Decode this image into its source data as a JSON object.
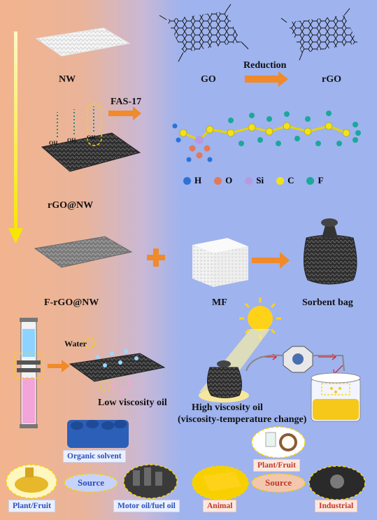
{
  "labels": {
    "nw": "NW",
    "go": "GO",
    "reduction": "Reduction",
    "rgo": "rGO",
    "fas17": "FAS-17",
    "rgo_nw": "rGO@NW",
    "f_rgo_nw": "F-rGO@NW",
    "mf": "MF",
    "sorbent_bag": "Sorbent bag",
    "water": "Water",
    "low_viscosity": "Low viscosity oil",
    "high_viscosity_1": "High viscosity oil",
    "high_viscosity_2": "(viscosity-temperature change)",
    "oh": "OH"
  },
  "legend": [
    {
      "symbol": "H",
      "color": "#2a73d8"
    },
    {
      "symbol": "O",
      "color": "#e07a5a"
    },
    {
      "symbol": "Si",
      "color": "#b79ae0"
    },
    {
      "symbol": "C",
      "color": "#f2e21a"
    },
    {
      "symbol": "F",
      "color": "#1aa89a"
    }
  ],
  "sources_left": {
    "organic_solvent": "Organic solvent",
    "plant_fruit": "Plant/Fruit",
    "source": "Source",
    "motor_oil": "Motor oil/fuel oil"
  },
  "sources_right": {
    "plant_fruit": "Plant/Fruit",
    "animal": "Animal",
    "source": "Source",
    "industrial": "Industrial"
  },
  "colors": {
    "arrow": "#f08a2a",
    "dashed": "#f5d400",
    "left_bg": "#f2b48e",
    "right_bg": "#9fb3ee"
  }
}
